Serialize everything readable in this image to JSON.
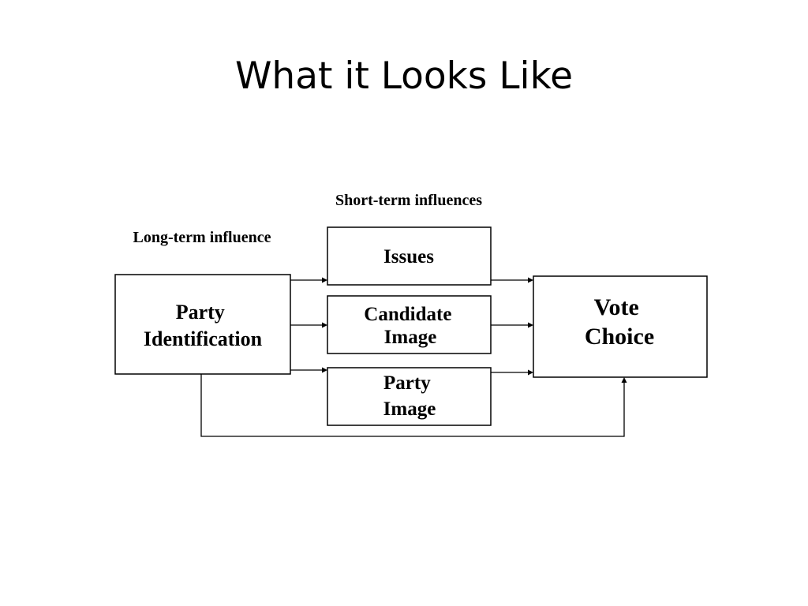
{
  "slide": {
    "title": "What it Looks Like"
  },
  "diagram": {
    "labels": {
      "short_term": "Short-term influences",
      "long_term": "Long-term influence"
    },
    "nodes": {
      "party_identification": [
        "Party",
        "Identification"
      ],
      "issues": [
        "Issues"
      ],
      "candidate_image": [
        "Candidate",
        "Image"
      ],
      "party_image": [
        "Party",
        "Image"
      ],
      "vote_choice": [
        "Vote",
        "Choice"
      ]
    },
    "edges": [
      {
        "from": "party_identification",
        "to": "issues"
      },
      {
        "from": "party_identification",
        "to": "candidate_image"
      },
      {
        "from": "party_identification",
        "to": "party_image"
      },
      {
        "from": "issues",
        "to": "vote_choice"
      },
      {
        "from": "candidate_image",
        "to": "vote_choice"
      },
      {
        "from": "party_image",
        "to": "vote_choice"
      },
      {
        "from": "party_identification",
        "to": "vote_choice"
      }
    ]
  }
}
